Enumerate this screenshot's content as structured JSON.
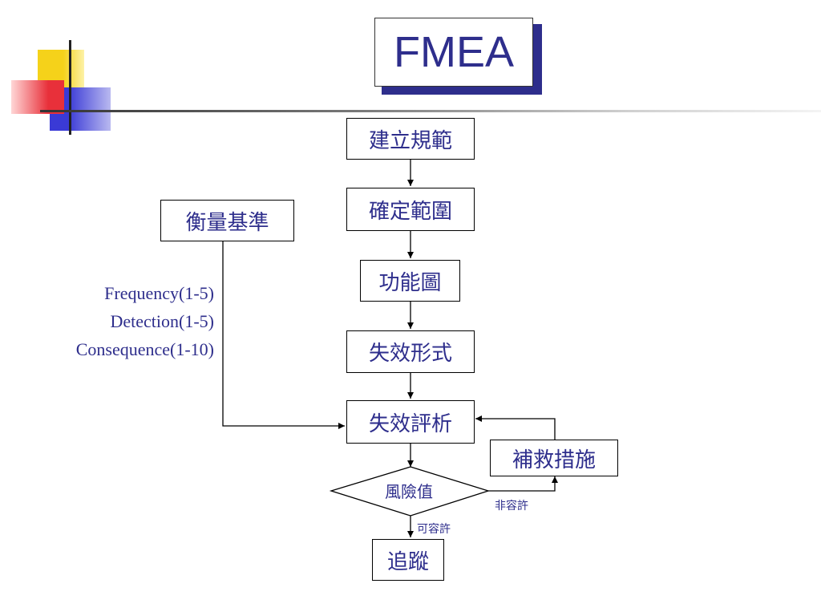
{
  "title": "FMEA",
  "nodes": {
    "establish_spec": "建立規範",
    "define_scope": "確定範圍",
    "function_diagram": "功能圖",
    "failure_mode": "失效形式",
    "failure_eval": "失效評析",
    "remedial_action": "補救措施",
    "risk_value": "風險值",
    "tracking": "追蹤",
    "measure_basis": "衡量基準"
  },
  "metrics": {
    "frequency": "Frequency(1-5)",
    "detection": "Detection(1-5)",
    "consequence": "Consequence(1-10)"
  },
  "edge_labels": {
    "not_acceptable": "非容許",
    "acceptable": "可容許"
  },
  "colors": {
    "text": "#2e2e8c",
    "deco_yellow": "#f5d21a",
    "deco_red": "#e8303a",
    "deco_blue": "#3a3ad6"
  }
}
